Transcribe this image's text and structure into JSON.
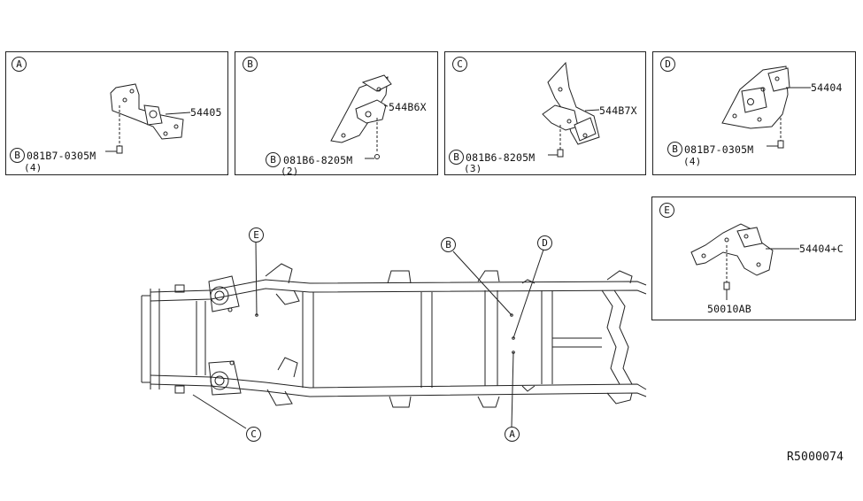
{
  "panels": {
    "A": {
      "tag": "A",
      "part_no": "54405",
      "bolt_prefix": "B",
      "bolt_no": "081B7-0305M",
      "bolt_qty": "(4)"
    },
    "B": {
      "tag": "B",
      "part_no": "544B6X",
      "bolt_prefix": "B",
      "bolt_no": "081B6-8205M",
      "bolt_qty": "(2)"
    },
    "C": {
      "tag": "C",
      "part_no": "544B7X",
      "bolt_prefix": "B",
      "bolt_no": "081B6-8205M",
      "bolt_qty": "(3)"
    },
    "D": {
      "tag": "D",
      "part_no": "54404",
      "bolt_prefix": "B",
      "bolt_no": "081B7-0305M",
      "bolt_qty": "(4)"
    },
    "E": {
      "tag": "E",
      "part_no": "54404+C",
      "bolt_no": "50010AB"
    }
  },
  "frame_callouts": {
    "E": "E",
    "B": "B",
    "D": "D",
    "C": "C",
    "A": "A"
  },
  "diagram_id": "R5000074"
}
